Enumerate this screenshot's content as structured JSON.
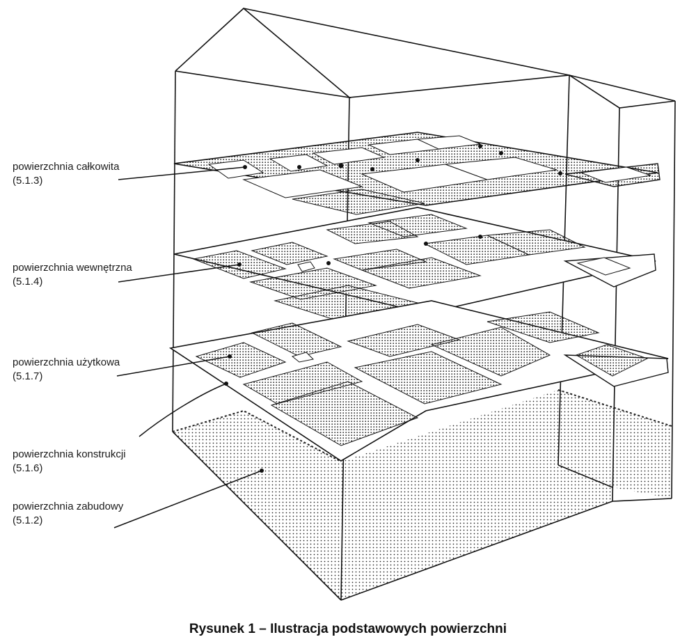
{
  "diagram": {
    "labels": [
      {
        "name": "powierzchnia całkowita",
        "ref": "(5.1.3)"
      },
      {
        "name": "powierzchnia wewnętrzna",
        "ref": "(5.1.4)"
      },
      {
        "name": "powierzchnia użytkowa",
        "ref": "(5.1.7)"
      },
      {
        "name": "powierzchnia konstrukcji",
        "ref": "(5.1.6)"
      },
      {
        "name": "powierzchnia zabudowy",
        "ref": "(5.1.2)"
      }
    ],
    "caption": "Rysunek 1 – Ilustracja podstawowych powierzchni"
  }
}
